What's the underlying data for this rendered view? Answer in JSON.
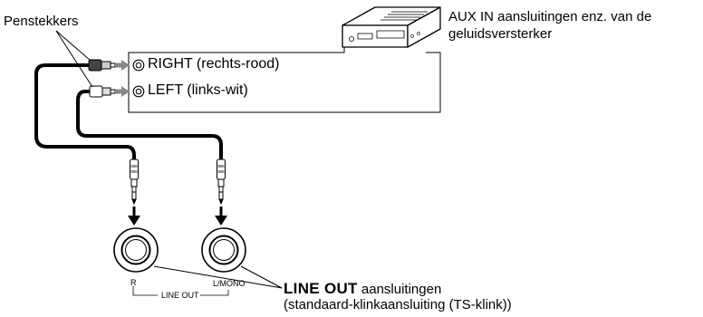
{
  "labels": {
    "plugs": "Penstekkers",
    "amp_line1": "AUX IN aansluitingen enz. van de",
    "amp_line2": "geluidsversterker",
    "right": "RIGHT (rechts-rood)",
    "left": "LEFT (links-wit)",
    "line_out_bold": "LINE OUT",
    "line_out_rest": " aansluitingen",
    "line_out_line2": "(standaard-klinkaansluiting (TS-klink))",
    "panel_r": "R",
    "panel_line_out": "LINE OUT",
    "panel_l_mono": "L/MONO"
  }
}
